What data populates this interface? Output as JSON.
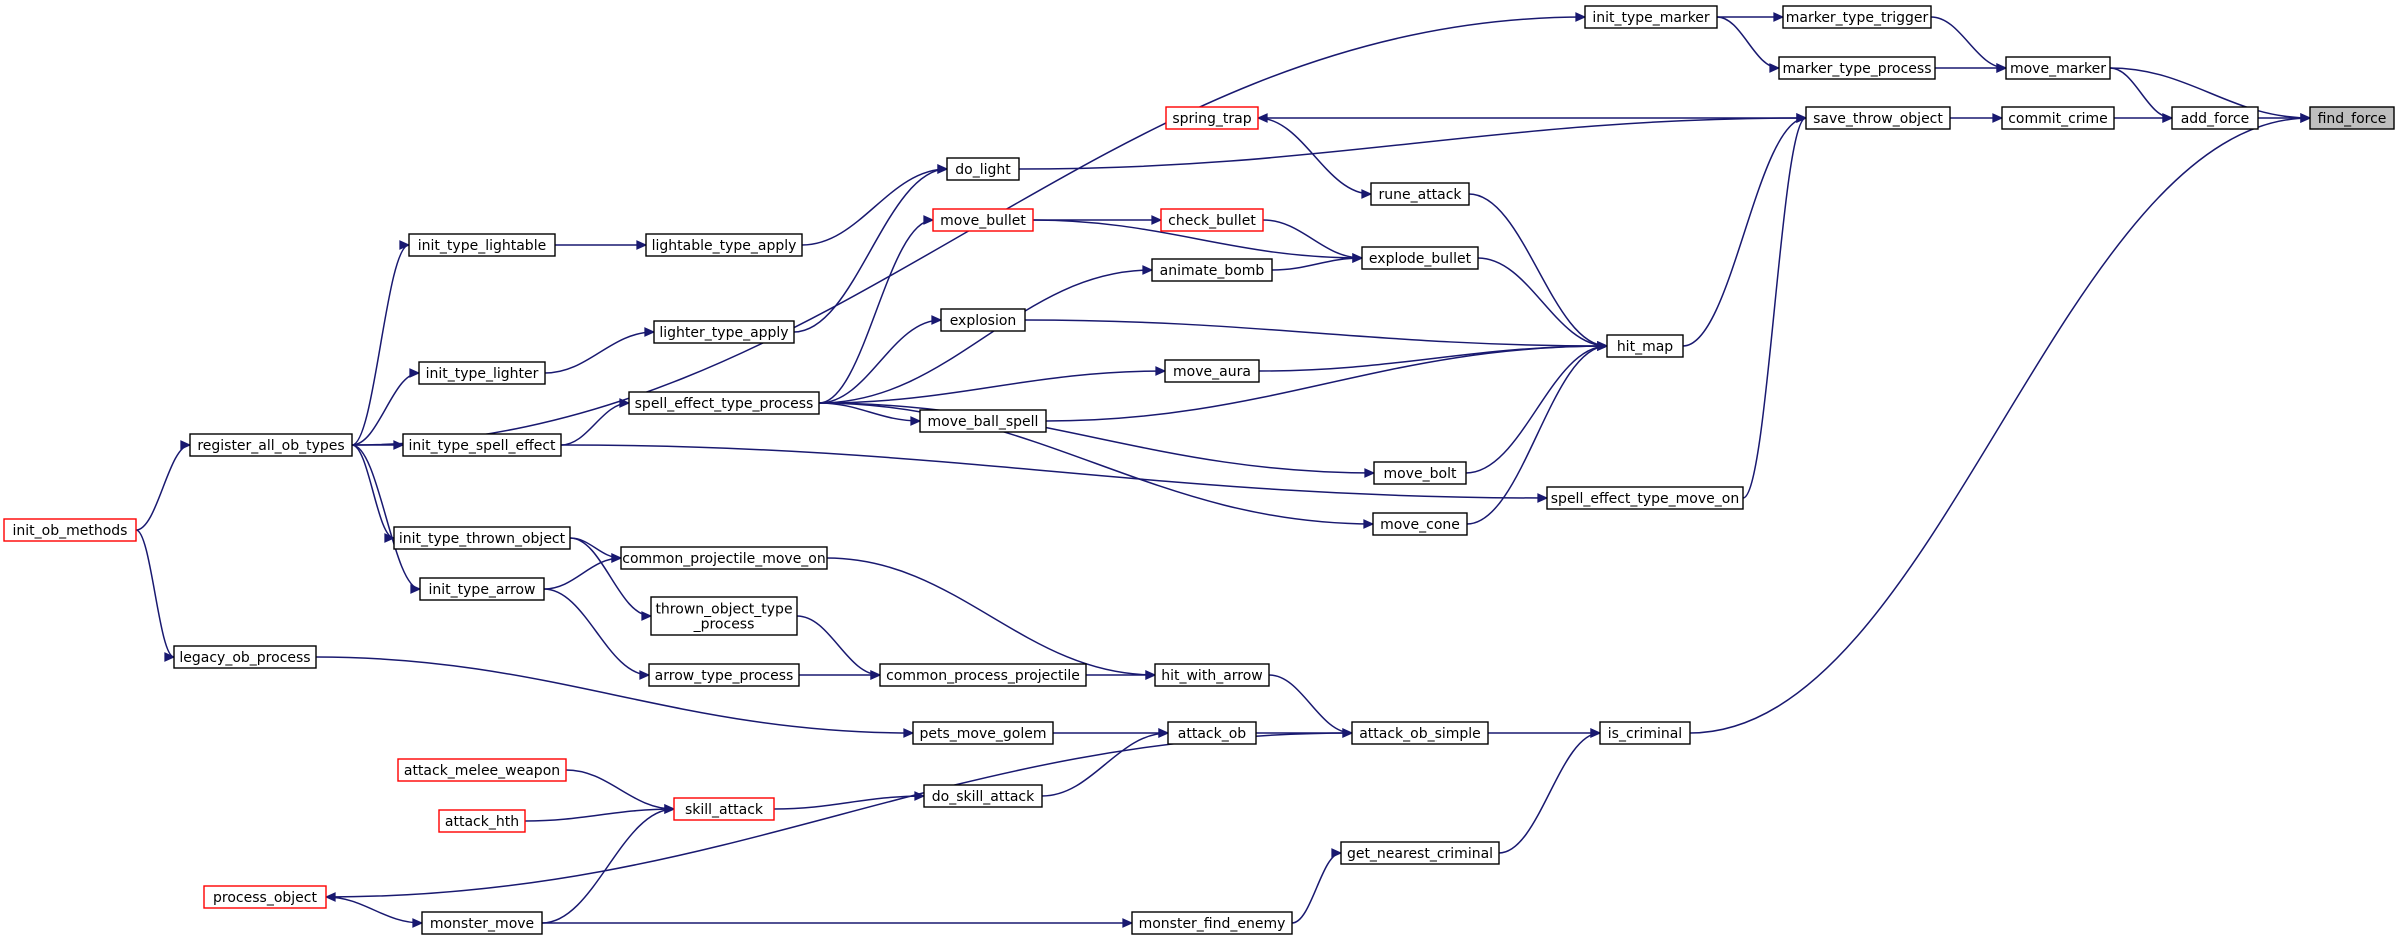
{
  "diagram": {
    "kind": "doxygen-caller-graph",
    "edge_color": "#191970",
    "node_border_color": "#000000",
    "truncated_node_border_color": "#ff0000",
    "focus_node_fill": "#bfbfbf",
    "nodes": [
      {
        "id": "find_force",
        "lines": [
          "find_force"
        ],
        "style": "focus"
      },
      {
        "id": "add_force",
        "lines": [
          "add_force"
        ],
        "style": "normal"
      },
      {
        "id": "move_marker",
        "lines": [
          "move_marker"
        ],
        "style": "normal"
      },
      {
        "id": "commit_crime",
        "lines": [
          "commit_crime"
        ],
        "style": "normal"
      },
      {
        "id": "is_criminal",
        "lines": [
          "is_criminal"
        ],
        "style": "normal"
      },
      {
        "id": "marker_type_trigger",
        "lines": [
          "marker_type_trigger"
        ],
        "style": "normal"
      },
      {
        "id": "marker_type_process",
        "lines": [
          "marker_type_process"
        ],
        "style": "normal"
      },
      {
        "id": "init_type_marker",
        "lines": [
          "init_type_marker"
        ],
        "style": "normal"
      },
      {
        "id": "save_throw_object",
        "lines": [
          "save_throw_object"
        ],
        "style": "normal"
      },
      {
        "id": "spring_trap",
        "lines": [
          "spring_trap"
        ],
        "style": "truncated"
      },
      {
        "id": "do_light",
        "lines": [
          "do_light"
        ],
        "style": "normal"
      },
      {
        "id": "rune_attack",
        "lines": [
          "rune_attack"
        ],
        "style": "normal"
      },
      {
        "id": "move_bullet",
        "lines": [
          "move_bullet"
        ],
        "style": "truncated"
      },
      {
        "id": "check_bullet",
        "lines": [
          "check_bullet"
        ],
        "style": "truncated"
      },
      {
        "id": "explode_bullet",
        "lines": [
          "explode_bullet"
        ],
        "style": "normal"
      },
      {
        "id": "animate_bomb",
        "lines": [
          "animate_bomb"
        ],
        "style": "normal"
      },
      {
        "id": "lightable_type_apply",
        "lines": [
          "lightable_type_apply"
        ],
        "style": "normal"
      },
      {
        "id": "init_type_lightable",
        "lines": [
          "init_type_lightable"
        ],
        "style": "normal"
      },
      {
        "id": "lighter_type_apply",
        "lines": [
          "lighter_type_apply"
        ],
        "style": "normal"
      },
      {
        "id": "init_type_lighter",
        "lines": [
          "init_type_lighter"
        ],
        "style": "normal"
      },
      {
        "id": "explosion",
        "lines": [
          "explosion"
        ],
        "style": "normal"
      },
      {
        "id": "hit_map",
        "lines": [
          "hit_map"
        ],
        "style": "normal"
      },
      {
        "id": "move_aura",
        "lines": [
          "move_aura"
        ],
        "style": "normal"
      },
      {
        "id": "spell_effect_type_process",
        "lines": [
          "spell_effect_type_process"
        ],
        "style": "normal"
      },
      {
        "id": "move_ball_spell",
        "lines": [
          "move_ball_spell"
        ],
        "style": "normal"
      },
      {
        "id": "register_all_ob_types",
        "lines": [
          "register_all_ob_types"
        ],
        "style": "normal"
      },
      {
        "id": "init_type_spell_effect",
        "lines": [
          "init_type_spell_effect"
        ],
        "style": "normal"
      },
      {
        "id": "move_bolt",
        "lines": [
          "move_bolt"
        ],
        "style": "normal"
      },
      {
        "id": "spell_effect_type_move_on",
        "lines": [
          "spell_effect_type_move_on"
        ],
        "style": "normal"
      },
      {
        "id": "init_ob_methods",
        "lines": [
          "init_ob_methods"
        ],
        "style": "truncated"
      },
      {
        "id": "move_cone",
        "lines": [
          "move_cone"
        ],
        "style": "normal"
      },
      {
        "id": "init_type_thrown_object",
        "lines": [
          "init_type_thrown_object"
        ],
        "style": "normal"
      },
      {
        "id": "common_projectile_move_on",
        "lines": [
          "common_projectile_move_on"
        ],
        "style": "normal"
      },
      {
        "id": "init_type_arrow",
        "lines": [
          "init_type_arrow"
        ],
        "style": "normal"
      },
      {
        "id": "thrown_object_type_process",
        "lines": [
          "thrown_object_type",
          "_process"
        ],
        "style": "normal"
      },
      {
        "id": "legacy_ob_process",
        "lines": [
          "legacy_ob_process"
        ],
        "style": "normal"
      },
      {
        "id": "arrow_type_process",
        "lines": [
          "arrow_type_process"
        ],
        "style": "normal"
      },
      {
        "id": "common_process_projectile",
        "lines": [
          "common_process_projectile"
        ],
        "style": "normal"
      },
      {
        "id": "hit_with_arrow",
        "lines": [
          "hit_with_arrow"
        ],
        "style": "normal"
      },
      {
        "id": "pets_move_golem",
        "lines": [
          "pets_move_golem"
        ],
        "style": "normal"
      },
      {
        "id": "attack_ob",
        "lines": [
          "attack_ob"
        ],
        "style": "normal"
      },
      {
        "id": "attack_ob_simple",
        "lines": [
          "attack_ob_simple"
        ],
        "style": "normal"
      },
      {
        "id": "attack_melee_weapon",
        "lines": [
          "attack_melee_weapon"
        ],
        "style": "truncated"
      },
      {
        "id": "skill_attack",
        "lines": [
          "skill_attack"
        ],
        "style": "truncated"
      },
      {
        "id": "do_skill_attack",
        "lines": [
          "do_skill_attack"
        ],
        "style": "normal"
      },
      {
        "id": "attack_hth",
        "lines": [
          "attack_hth"
        ],
        "style": "truncated"
      },
      {
        "id": "get_nearest_criminal",
        "lines": [
          "get_nearest_criminal"
        ],
        "style": "normal"
      },
      {
        "id": "process_object",
        "lines": [
          "process_object"
        ],
        "style": "truncated"
      },
      {
        "id": "monster_move",
        "lines": [
          "monster_move"
        ],
        "style": "normal"
      },
      {
        "id": "monster_find_enemy",
        "lines": [
          "monster_find_enemy"
        ],
        "style": "normal"
      }
    ],
    "edges": [
      {
        "from": "add_force",
        "to": "find_force"
      },
      {
        "from": "move_marker",
        "to": "find_force"
      },
      {
        "from": "is_criminal",
        "to": "find_force"
      },
      {
        "from": "commit_crime",
        "to": "add_force"
      },
      {
        "from": "move_marker",
        "to": "add_force"
      },
      {
        "from": "marker_type_trigger",
        "to": "move_marker"
      },
      {
        "from": "marker_type_process",
        "to": "move_marker"
      },
      {
        "from": "init_type_marker",
        "to": "marker_type_trigger"
      },
      {
        "from": "init_type_marker",
        "to": "marker_type_process"
      },
      {
        "from": "register_all_ob_types",
        "to": "init_type_marker"
      },
      {
        "from": "save_throw_object",
        "to": "commit_crime"
      },
      {
        "from": "save_throw_object",
        "to": "spring_trap"
      },
      {
        "from": "do_light",
        "to": "save_throw_object"
      },
      {
        "from": "hit_map",
        "to": "save_throw_object"
      },
      {
        "from": "spell_effect_type_move_on",
        "to": "save_throw_object"
      },
      {
        "from": "spring_trap",
        "to": "rune_attack"
      },
      {
        "from": "rune_attack",
        "to": "hit_map"
      },
      {
        "from": "explode_bullet",
        "to": "hit_map"
      },
      {
        "from": "explosion",
        "to": "hit_map"
      },
      {
        "from": "move_aura",
        "to": "hit_map"
      },
      {
        "from": "move_ball_spell",
        "to": "hit_map"
      },
      {
        "from": "move_bolt",
        "to": "hit_map"
      },
      {
        "from": "move_cone",
        "to": "hit_map"
      },
      {
        "from": "move_bullet",
        "to": "check_bullet"
      },
      {
        "from": "move_bullet",
        "to": "explode_bullet"
      },
      {
        "from": "check_bullet",
        "to": "explode_bullet"
      },
      {
        "from": "animate_bomb",
        "to": "explode_bullet"
      },
      {
        "from": "spell_effect_type_process",
        "to": "move_bullet"
      },
      {
        "from": "spell_effect_type_process",
        "to": "animate_bomb"
      },
      {
        "from": "spell_effect_type_process",
        "to": "explosion"
      },
      {
        "from": "spell_effect_type_process",
        "to": "move_aura"
      },
      {
        "from": "spell_effect_type_process",
        "to": "move_ball_spell"
      },
      {
        "from": "spell_effect_type_process",
        "to": "move_bolt"
      },
      {
        "from": "spell_effect_type_process",
        "to": "move_cone"
      },
      {
        "from": "lightable_type_apply",
        "to": "do_light"
      },
      {
        "from": "lighter_type_apply",
        "to": "do_light"
      },
      {
        "from": "init_type_lightable",
        "to": "lightable_type_apply"
      },
      {
        "from": "init_type_lighter",
        "to": "lighter_type_apply"
      },
      {
        "from": "init_type_spell_effect",
        "to": "spell_effect_type_process"
      },
      {
        "from": "init_type_spell_effect",
        "to": "spell_effect_type_move_on"
      },
      {
        "from": "register_all_ob_types",
        "to": "init_type_lightable"
      },
      {
        "from": "register_all_ob_types",
        "to": "init_type_lighter"
      },
      {
        "from": "register_all_ob_types",
        "to": "init_type_spell_effect"
      },
      {
        "from": "register_all_ob_types",
        "to": "init_type_thrown_object"
      },
      {
        "from": "register_all_ob_types",
        "to": "init_type_arrow"
      },
      {
        "from": "init_ob_methods",
        "to": "register_all_ob_types"
      },
      {
        "from": "init_ob_methods",
        "to": "legacy_ob_process"
      },
      {
        "from": "init_type_thrown_object",
        "to": "common_projectile_move_on"
      },
      {
        "from": "init_type_thrown_object",
        "to": "thrown_object_type_process"
      },
      {
        "from": "init_type_arrow",
        "to": "common_projectile_move_on"
      },
      {
        "from": "init_type_arrow",
        "to": "arrow_type_process"
      },
      {
        "from": "common_projectile_move_on",
        "to": "hit_with_arrow"
      },
      {
        "from": "thrown_object_type_process",
        "to": "common_process_projectile"
      },
      {
        "from": "arrow_type_process",
        "to": "common_process_projectile"
      },
      {
        "from": "common_process_projectile",
        "to": "hit_with_arrow"
      },
      {
        "from": "hit_with_arrow",
        "to": "attack_ob_simple"
      },
      {
        "from": "legacy_ob_process",
        "to": "pets_move_golem"
      },
      {
        "from": "pets_move_golem",
        "to": "attack_ob"
      },
      {
        "from": "do_skill_attack",
        "to": "attack_ob"
      },
      {
        "from": "attack_ob",
        "to": "attack_ob_simple"
      },
      {
        "from": "attack_ob_simple",
        "to": "is_criminal"
      },
      {
        "from": "get_nearest_criminal",
        "to": "is_criminal"
      },
      {
        "from": "attack_melee_weapon",
        "to": "skill_attack"
      },
      {
        "from": "attack_hth",
        "to": "skill_attack"
      },
      {
        "from": "monster_move",
        "to": "skill_attack"
      },
      {
        "from": "skill_attack",
        "to": "do_skill_attack"
      },
      {
        "from": "attack_ob_simple",
        "to": "process_object"
      },
      {
        "from": "process_object",
        "to": "monster_move"
      },
      {
        "from": "monster_move",
        "to": "monster_find_enemy"
      },
      {
        "from": "monster_find_enemy",
        "to": "get_nearest_criminal"
      }
    ]
  }
}
